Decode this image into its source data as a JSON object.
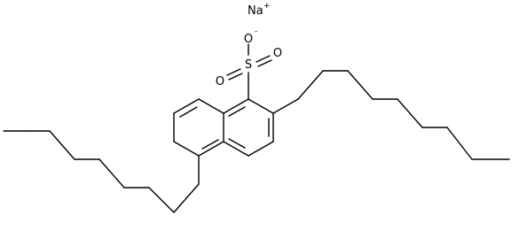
{
  "molecule": {
    "counterion": {
      "symbol": "Na",
      "charge": "+"
    },
    "sulfonate": {
      "sulfur": "S",
      "oxygen_top": "O",
      "oxygen_top_charge": "-",
      "oxygen_right": "O",
      "oxygen_left": "O"
    }
  },
  "colors": {
    "bond": "#000000",
    "text": "#000000",
    "background": "#ffffff"
  }
}
